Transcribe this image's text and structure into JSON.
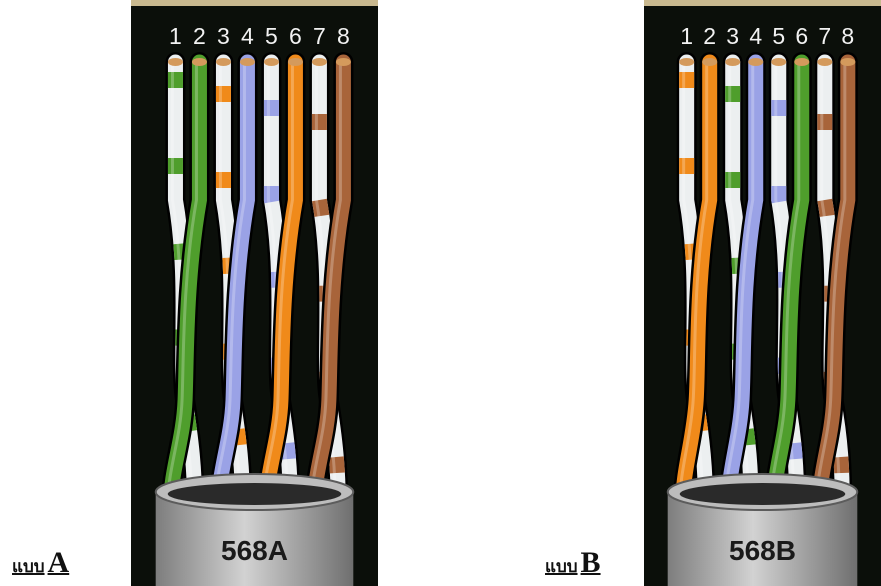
{
  "pin_numbers": [
    "1",
    "2",
    "3",
    "4",
    "5",
    "6",
    "7",
    "8"
  ],
  "colors": {
    "background": "#0b0f0a",
    "white": "#eceff0",
    "green": "#4f9e2c",
    "orange": "#f08a1a",
    "blue": "#9aa2e6",
    "brown": "#a8643a",
    "copper": "#d49a5c",
    "jacket": "#a8a8a8",
    "jacket_text": "#1a1a1a"
  },
  "diagrams": [
    {
      "caption_prefix": "แบบ",
      "caption_letter": "A",
      "standard_label": "568A",
      "wires": [
        "white-green",
        "green",
        "white-orange",
        "blue",
        "white-blue",
        "orange",
        "white-brown",
        "brown"
      ]
    },
    {
      "caption_prefix": "แบบ",
      "caption_letter": "B",
      "standard_label": "568B",
      "wires": [
        "white-orange",
        "orange",
        "white-green",
        "blue",
        "white-blue",
        "green",
        "white-brown",
        "brown"
      ]
    }
  ]
}
